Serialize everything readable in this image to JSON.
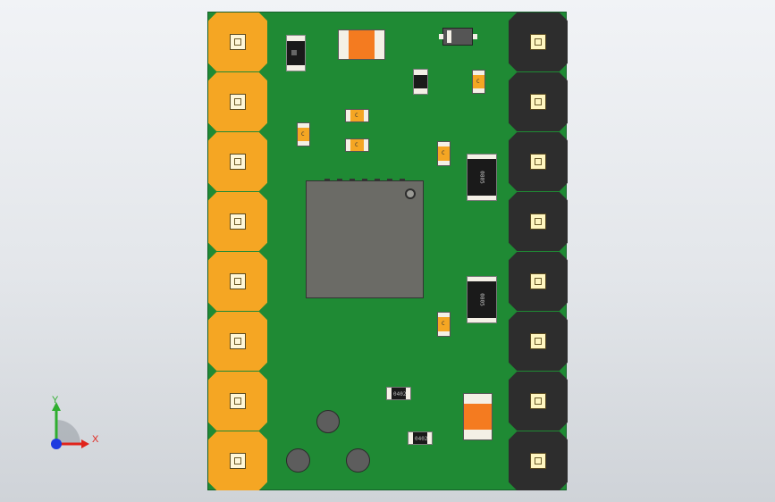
{
  "viewport": {
    "background": "#e3e6ea"
  },
  "board": {
    "pcb_color": "#1f8a34",
    "left_pad_color": "#f5a623",
    "right_pad_color": "#2d2d2d",
    "left_pad_count": 8,
    "right_pad_count": 8
  },
  "components": {
    "resistor_marking_1": "0402",
    "resistor_marking_2": "0402",
    "resistor_marking_3": "0805",
    "resistor_marking_4": "0805",
    "cap_label": "C"
  },
  "axes": {
    "x_label": "X",
    "y_label": "Y",
    "x_color": "#e0241b",
    "y_color": "#2fae2f",
    "z_color": "#1d3be0"
  }
}
